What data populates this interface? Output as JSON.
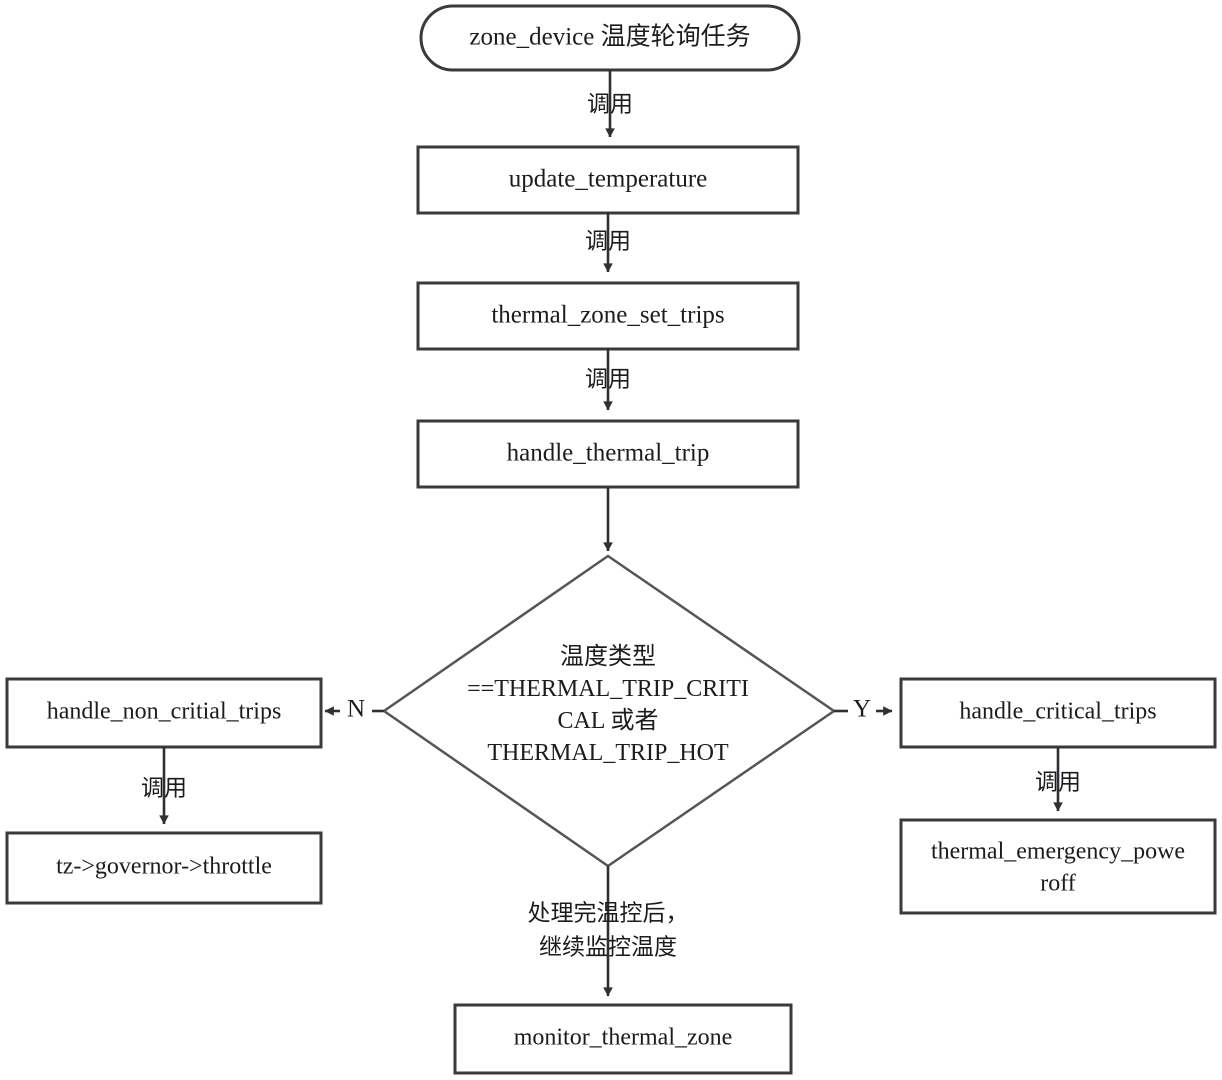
{
  "diagram": {
    "type": "flowchart",
    "title": "zone_device temperature polling task flow",
    "nodes": {
      "start": {
        "shape": "rounded-rectangle",
        "label": "zone_device 温度轮询任务"
      },
      "update_temperature": {
        "shape": "rectangle",
        "label": "update_temperature"
      },
      "thermal_zone_set_trips": {
        "shape": "rectangle",
        "label": "thermal_zone_set_trips"
      },
      "handle_thermal_trip": {
        "shape": "rectangle",
        "label": "handle_thermal_trip"
      },
      "decision": {
        "shape": "diamond",
        "line1": "温度类型",
        "line2": "==THERMAL_TRIP_CRITI",
        "line3": "CAL 或者",
        "line4": "THERMAL_TRIP_HOT"
      },
      "handle_non_critial_trips": {
        "shape": "rectangle",
        "label": "handle_non_critial_trips"
      },
      "throttle": {
        "shape": "rectangle",
        "label": "tz->governor->throttle"
      },
      "handle_critical_trips": {
        "shape": "rectangle",
        "label": "handle_critical_trips"
      },
      "thermal_emergency_poweroff": {
        "shape": "rectangle",
        "line1": "thermal_emergency_powe",
        "line2": "roff"
      },
      "monitor_thermal_zone": {
        "shape": "rectangle",
        "label": "monitor_thermal_zone"
      }
    },
    "edges": {
      "start_to_update": "调用",
      "update_to_set_trips": "调用",
      "set_trips_to_handle": "调用",
      "handle_to_decision": "",
      "decision_no": "N",
      "decision_yes": "Y",
      "non_critial_to_throttle": "调用",
      "critical_to_poweroff": "调用",
      "decision_bottom_line1": "处理完温控后，",
      "decision_bottom_line2": "继续监控温度"
    },
    "colors": {
      "background": "#ffffff",
      "node_stroke": "#3a3a3c",
      "diamond_stroke": "#55565a",
      "connector": "#2f3033",
      "text": "#1c1c1e"
    }
  }
}
